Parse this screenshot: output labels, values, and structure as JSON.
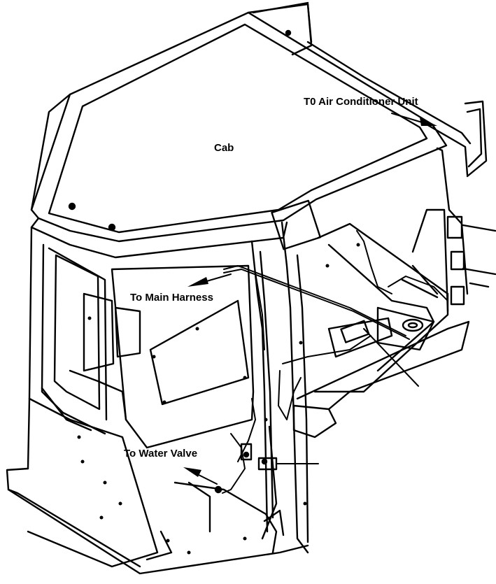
{
  "labels": {
    "cab": "Cab",
    "air_conditioner": "T0 Air Conditioner Unit",
    "main_harness": "To Main Harness",
    "water_valve": "To Water Valve"
  },
  "colors": {
    "ink": "#000000",
    "paper": "#ffffff"
  }
}
